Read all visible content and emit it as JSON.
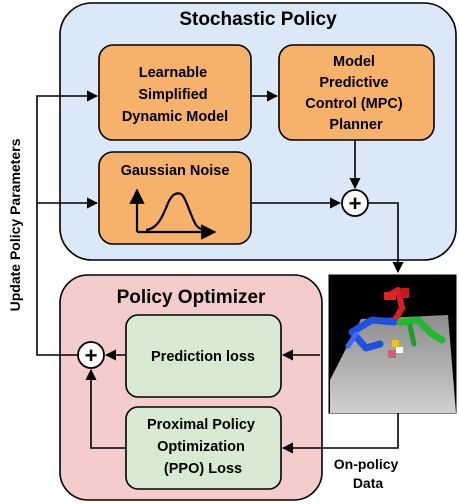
{
  "stochastic_policy": {
    "title": "Stochastic Policy",
    "dynamic_model": [
      "Learnable",
      "Simplified",
      "Dynamic Model"
    ],
    "mpc_planner": [
      "Model",
      "Predictive",
      "Control (MPC)",
      "Planner"
    ],
    "gaussian_noise": "Gaussian Noise"
  },
  "policy_optimizer": {
    "title": "Policy Optimizer",
    "prediction_loss": "Prediction loss",
    "ppo_loss": [
      "Proximal Policy",
      "Optimization",
      "(PPO) Loss"
    ]
  },
  "side_label": "Update Policy Parameters",
  "data_label": [
    "On-policy",
    "Data"
  ],
  "sum_symbol": "+",
  "colors": {
    "policy_panel": "#dbe8f7",
    "optimizer_panel": "#f4cccc",
    "orange_box": "#f6b26b",
    "green_box": "#d9ead3",
    "sim_background": "#000000",
    "sim_floor": "#b8b8b8"
  },
  "icons": [
    "gaussian-curve-icon",
    "robot-simulation-image"
  ]
}
